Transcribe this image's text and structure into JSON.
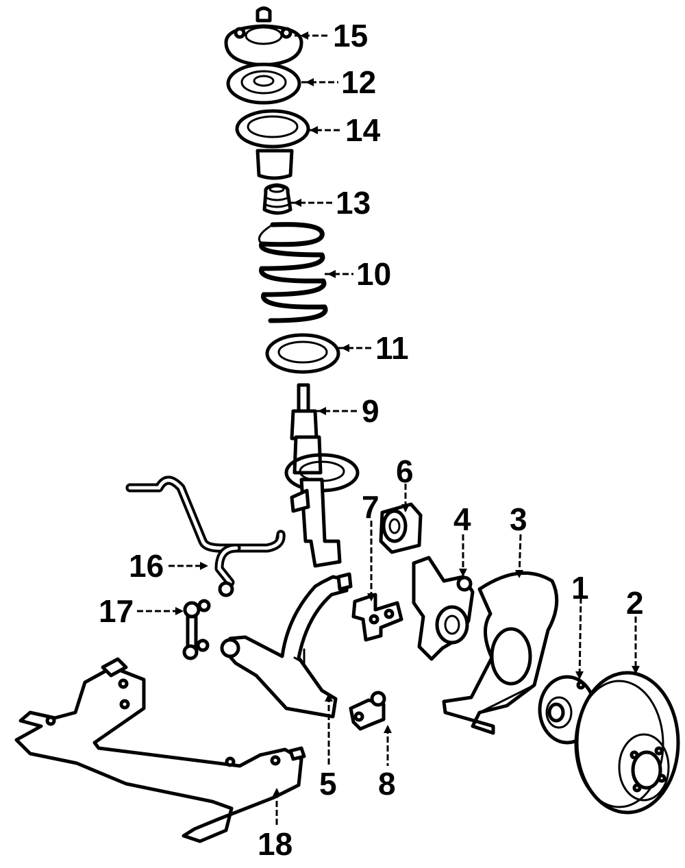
{
  "callouts": [
    "15",
    "12",
    "14",
    "13",
    "10",
    "11",
    "9",
    "6",
    "7",
    "4",
    "3",
    "1",
    "2",
    "16",
    "17",
    "5",
    "8",
    "18"
  ],
  "ink_color": "#000000",
  "paper_color": "#ffffff"
}
